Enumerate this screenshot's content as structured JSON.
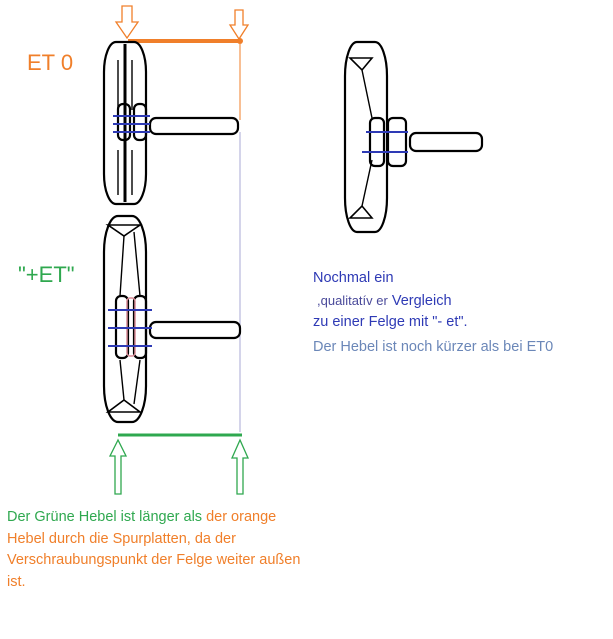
{
  "labels": {
    "et0": "ET 0",
    "plus_et": "\"+ET\""
  },
  "note": {
    "line1": "Nochmal ein",
    "line2_a": ",qualitatív er",
    "line2_b": " Vergleich",
    "line3": "zu einer Felge mit \"- et\".",
    "line4": "Der Hebel ist noch kürzer als bei ET0"
  },
  "bottom_note": {
    "part_green": "Der Grüne Hebel ist länger als",
    "part_orange": " der orange Hebel durch die Spurplatten, da der Verschraubungspunkt der Felge weiter außen ist."
  },
  "colors": {
    "orange": "#f07f2a",
    "green": "#2fa84f",
    "blue": "#2e3ab5",
    "grey_blue": "#6b87b8",
    "pink": "#d88a96",
    "black": "#000000"
  }
}
